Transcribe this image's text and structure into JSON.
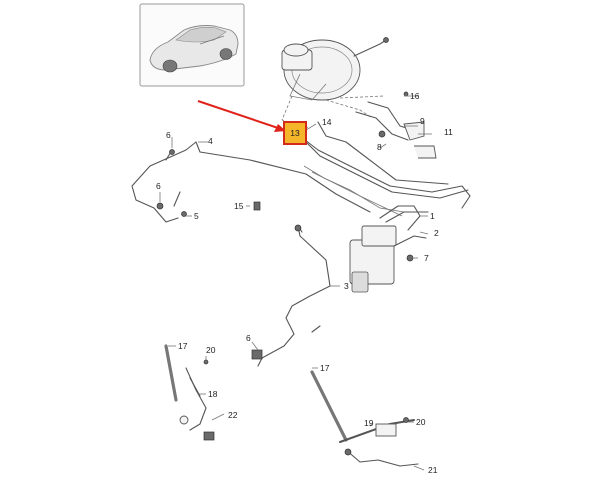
{
  "thumbnail": {
    "icon": "car-icon"
  },
  "highlight": {
    "label": "13",
    "fill": "#f5b52a",
    "border": "#d42a1a"
  },
  "arrow": {
    "color": "#e0221a"
  },
  "callouts": {
    "c1": "1",
    "c2": "2",
    "c3": "3",
    "c4": "4",
    "c5": "5",
    "c6a": "6",
    "c6b": "6",
    "c6c": "6",
    "c7": "7",
    "c8": "8",
    "c9": "9",
    "c11": "11",
    "c14": "14",
    "c15": "15",
    "c16": "16",
    "c17a": "17",
    "c17b": "17",
    "c18": "18",
    "c19": "19",
    "c20a": "20",
    "c20b": "20",
    "c21": "21",
    "c22": "22"
  }
}
